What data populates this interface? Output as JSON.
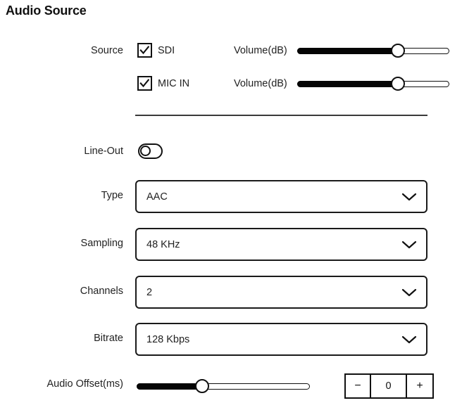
{
  "panel": {
    "title": "Audio Source"
  },
  "source_row": {
    "label": "Source",
    "channels": [
      {
        "checkbox_label": "SDI",
        "checked": true,
        "volume_label": "Volume(dB)",
        "volume_percent": 66
      },
      {
        "checkbox_label": "MIC IN",
        "checked": true,
        "volume_label": "Volume(dB)",
        "volume_percent": 66
      }
    ]
  },
  "line_out": {
    "label": "Line-Out",
    "state": "off"
  },
  "settings": [
    {
      "label": "Type",
      "value": "AAC",
      "icon": "chevron-down-icon"
    },
    {
      "label": "Sampling",
      "value": "48 KHz",
      "icon": "chevron-down-icon"
    },
    {
      "label": "Channels",
      "value": "2",
      "icon": "chevron-down-icon"
    },
    {
      "label": "Bitrate",
      "value": "128 Kbps",
      "icon": "chevron-down-icon"
    }
  ],
  "audio_offset": {
    "label": "Audio Offset(ms)",
    "slider_percent": 38,
    "stepper": {
      "decrement_label": "−",
      "value": "0",
      "increment_label": "+"
    }
  },
  "colors": {
    "background": "#ffffff",
    "text": "#222222",
    "outline": "#111111",
    "slider_fill": "#050505",
    "divider": "#3a3a3a"
  }
}
